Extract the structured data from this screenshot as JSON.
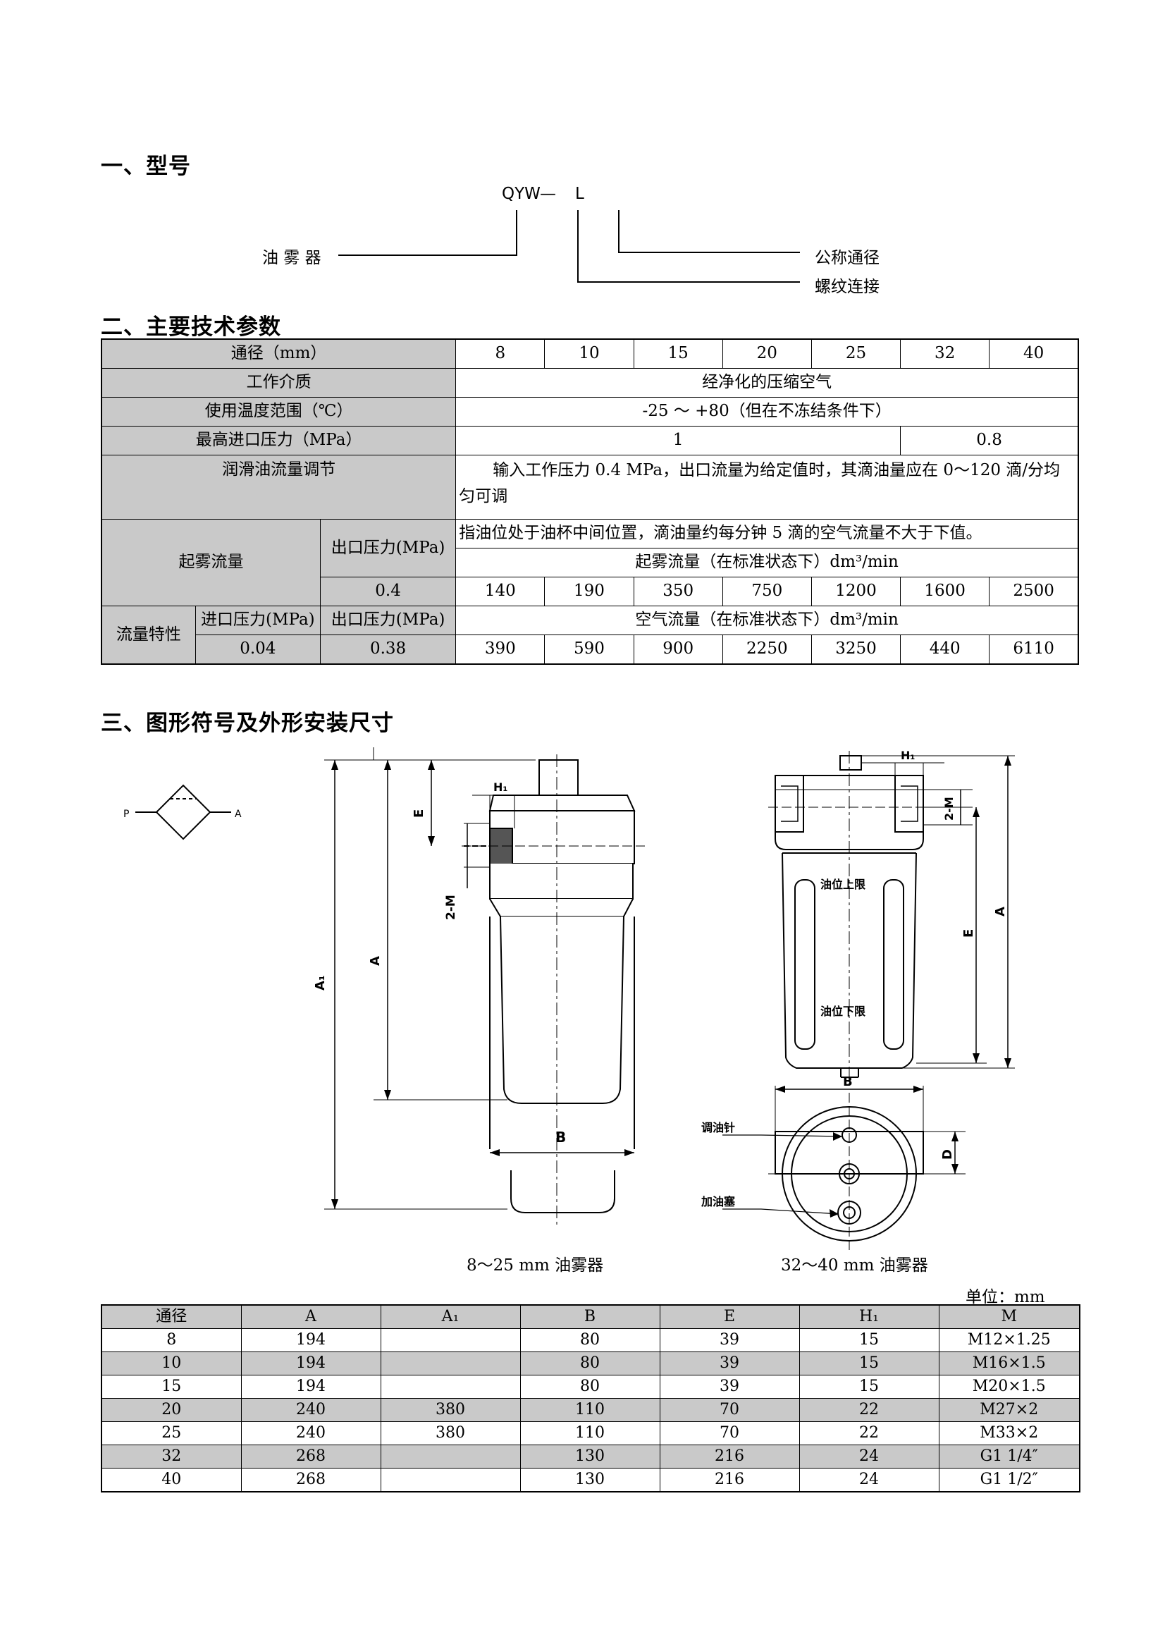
{
  "section1": {
    "heading": "一、型号",
    "code_qyw": "QYW",
    "code_dash": "—",
    "code_l": "L",
    "label_oil_mist": "油 雾 器",
    "label_nominal_dia": "公称通径",
    "label_thread_conn": "螺纹连接"
  },
  "section2": {
    "heading": "二、主要技术参数",
    "row_bore_label": "通径（mm）",
    "bores": [
      "8",
      "10",
      "15",
      "20",
      "25",
      "32",
      "40"
    ],
    "row_medium_label": "工作介质",
    "row_medium_value": "经净化的压缩空气",
    "row_temp_label": "使用温度范围（℃）",
    "row_temp_value": "-25 ～ +80（但在不冻结条件下）",
    "row_pressure_label": "最高进口压力（MPa）",
    "row_pressure_value_a": "1",
    "row_pressure_value_b": "0.8",
    "row_lube_label": "润滑油流量调节",
    "row_lube_value": "输入工作压力 0.4 MPa，出口流量为给定值时，其滴油量应在 0～120 滴/分均匀可调",
    "mist_label": "起雾流量",
    "outlet_pressure_label": "出口压力(MPa)",
    "mist_note": "指油位处于油杯中间位置，滴油量约每分钟 5 滴的空气流量不大于下值。",
    "mist_flow_header": "起雾流量（在标准状态下）dm³/min",
    "mist_pressure": "0.4",
    "mist_values": [
      "140",
      "190",
      "350",
      "750",
      "1200",
      "1600",
      "2500"
    ],
    "flow_char_label": "流量特性",
    "inlet_pressure_label": "进口压力(MPa)",
    "air_flow_header": "空气流量（在标准状态下）dm³/min",
    "flow_inlet": "0.04",
    "flow_outlet": "0.38",
    "flow_values": [
      "390",
      "590",
      "900",
      "2250",
      "3250",
      "440",
      "6110"
    ]
  },
  "section3": {
    "heading": "三、图形符号及外形安装尺寸",
    "symbol_p": "P",
    "symbol_a": "A",
    "drawing_left": {
      "caption": "8～25 mm 油雾器",
      "dim_a1": "A₁",
      "dim_a": "A",
      "dim_e": "E",
      "dim_h1": "H₁",
      "dim_2m": "2-M",
      "dim_b": "B"
    },
    "drawing_right": {
      "caption": "32～40 mm 油雾器",
      "dim_h1": "H₁",
      "dim_2m": "2-M",
      "dim_e": "E",
      "dim_a": "A",
      "dim_b": "B",
      "dim_d": "D",
      "oil_upper": "油位上限",
      "oil_lower": "油位下限",
      "adjust_needle": "调油针",
      "fill_plug": "加油塞"
    },
    "unit": "单位：mm"
  },
  "dims_table": {
    "headers": [
      "通径",
      "A",
      "A₁",
      "B",
      "E",
      "H₁",
      "M"
    ],
    "rows": [
      [
        "8",
        "194",
        "",
        "80",
        "39",
        "15",
        "M12×1.25"
      ],
      [
        "10",
        "194",
        "",
        "80",
        "39",
        "15",
        "M16×1.5"
      ],
      [
        "15",
        "194",
        "",
        "80",
        "39",
        "15",
        "M20×1.5"
      ],
      [
        "20",
        "240",
        "380",
        "110",
        "70",
        "22",
        "M27×2"
      ],
      [
        "25",
        "240",
        "380",
        "110",
        "70",
        "22",
        "M33×2"
      ],
      [
        "32",
        "268",
        "",
        "130",
        "216",
        "24",
        "G1 1/4″"
      ],
      [
        "40",
        "268",
        "",
        "130",
        "216",
        "24",
        "G1 1/2″"
      ]
    ]
  },
  "colors": {
    "table_gray": "#c9c9c9",
    "ink": "#000000"
  }
}
